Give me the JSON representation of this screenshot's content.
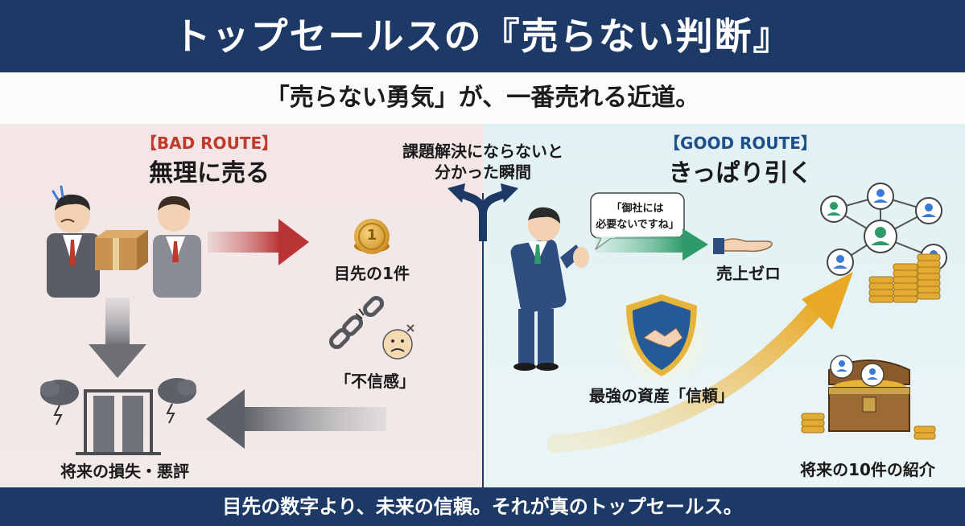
{
  "header": {
    "title": "トップセールスの『売らない判断』"
  },
  "subtitle": "「売らない勇気」が、一番売れる近道。",
  "center": {
    "decision_line1": "課題解決にならないと",
    "decision_line2": "分かった瞬間"
  },
  "bad_route": {
    "tag": "【BAD ROUTE】",
    "heading": "無理に売る",
    "coin_label": "目先の1件",
    "coin_glyph": "1",
    "distrust_label": "「不信感」",
    "loss_label": "将来の損失・悪評"
  },
  "good_route": {
    "tag": "【GOOD ROUTE】",
    "heading": "きっぱり引く",
    "speech_line1": "「御社には",
    "speech_line2": "必要ないですね」",
    "zero_sales_label": "売上ゼロ",
    "trust_label": "最強の資産「信頼」",
    "referral_label": "将来の10件の紹介"
  },
  "footer": {
    "text": "目先の数字より、未来の信頼。それが真のトップセールス。"
  },
  "colors": {
    "navy": "#1d3a66",
    "bad_red": "#c0392b",
    "good_green": "#2e9c6a",
    "gold": "#e8b23a"
  }
}
